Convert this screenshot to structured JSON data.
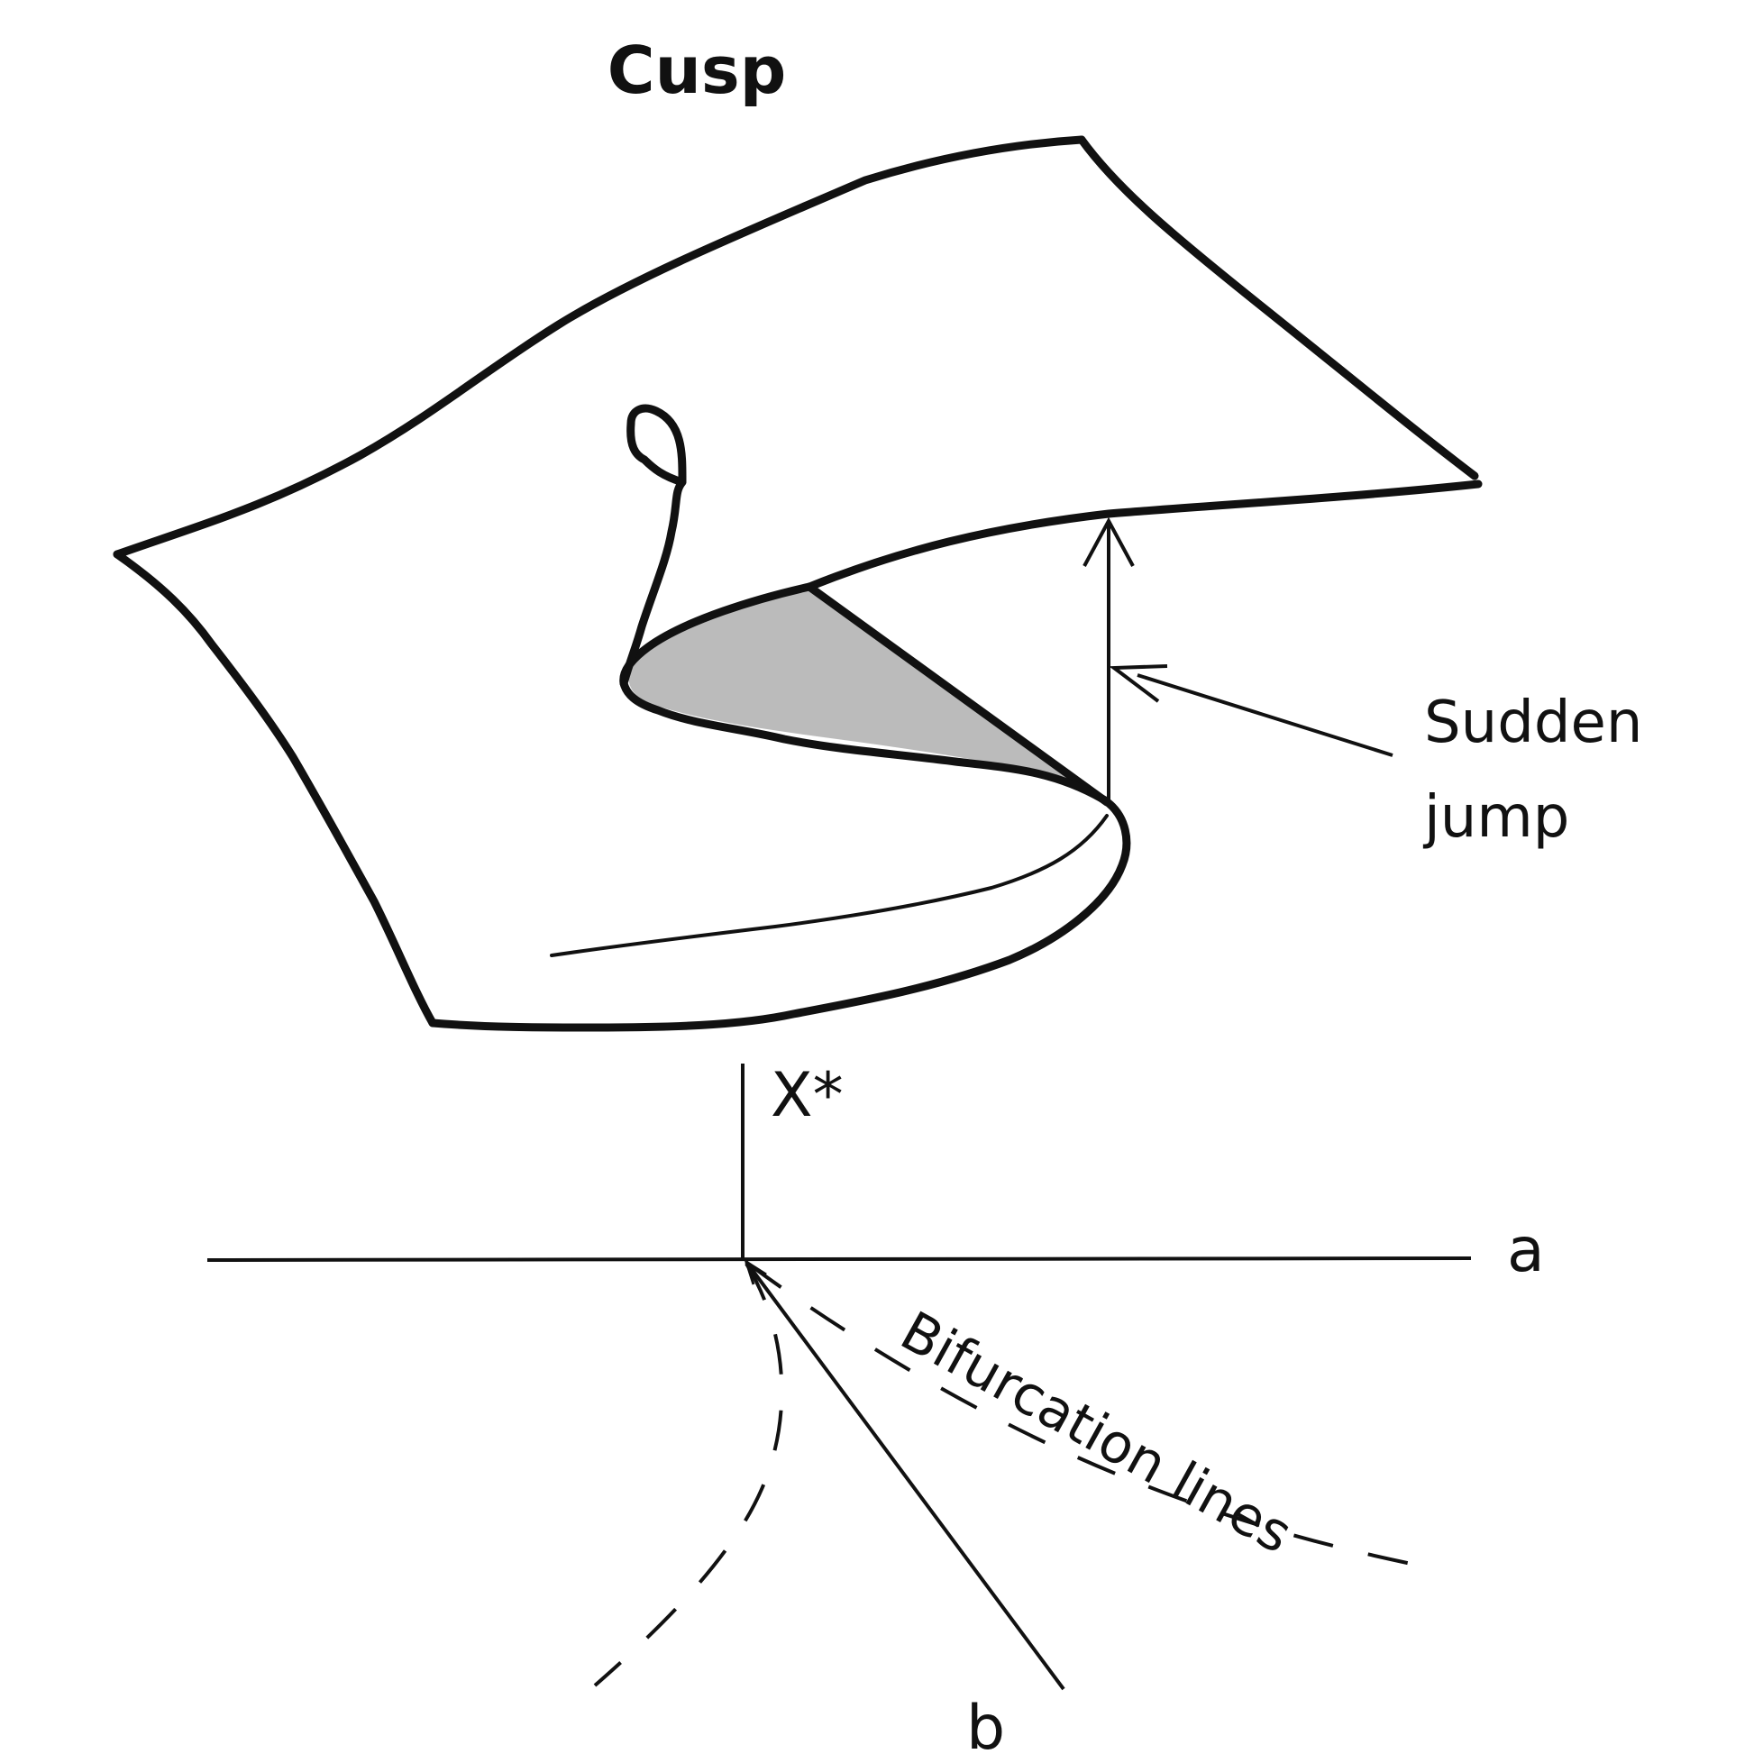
{
  "title": "Cusp",
  "labels": {
    "sudden_jump_line1": "Sudden",
    "sudden_jump_line2": "jump",
    "axis_x": "X*",
    "axis_a": "a",
    "axis_b": "b",
    "bifurcation": "Bifurcation lines"
  },
  "colors": {
    "stroke": "#111111",
    "fold_fill": "#bbbbbb",
    "background": "#ffffff"
  }
}
